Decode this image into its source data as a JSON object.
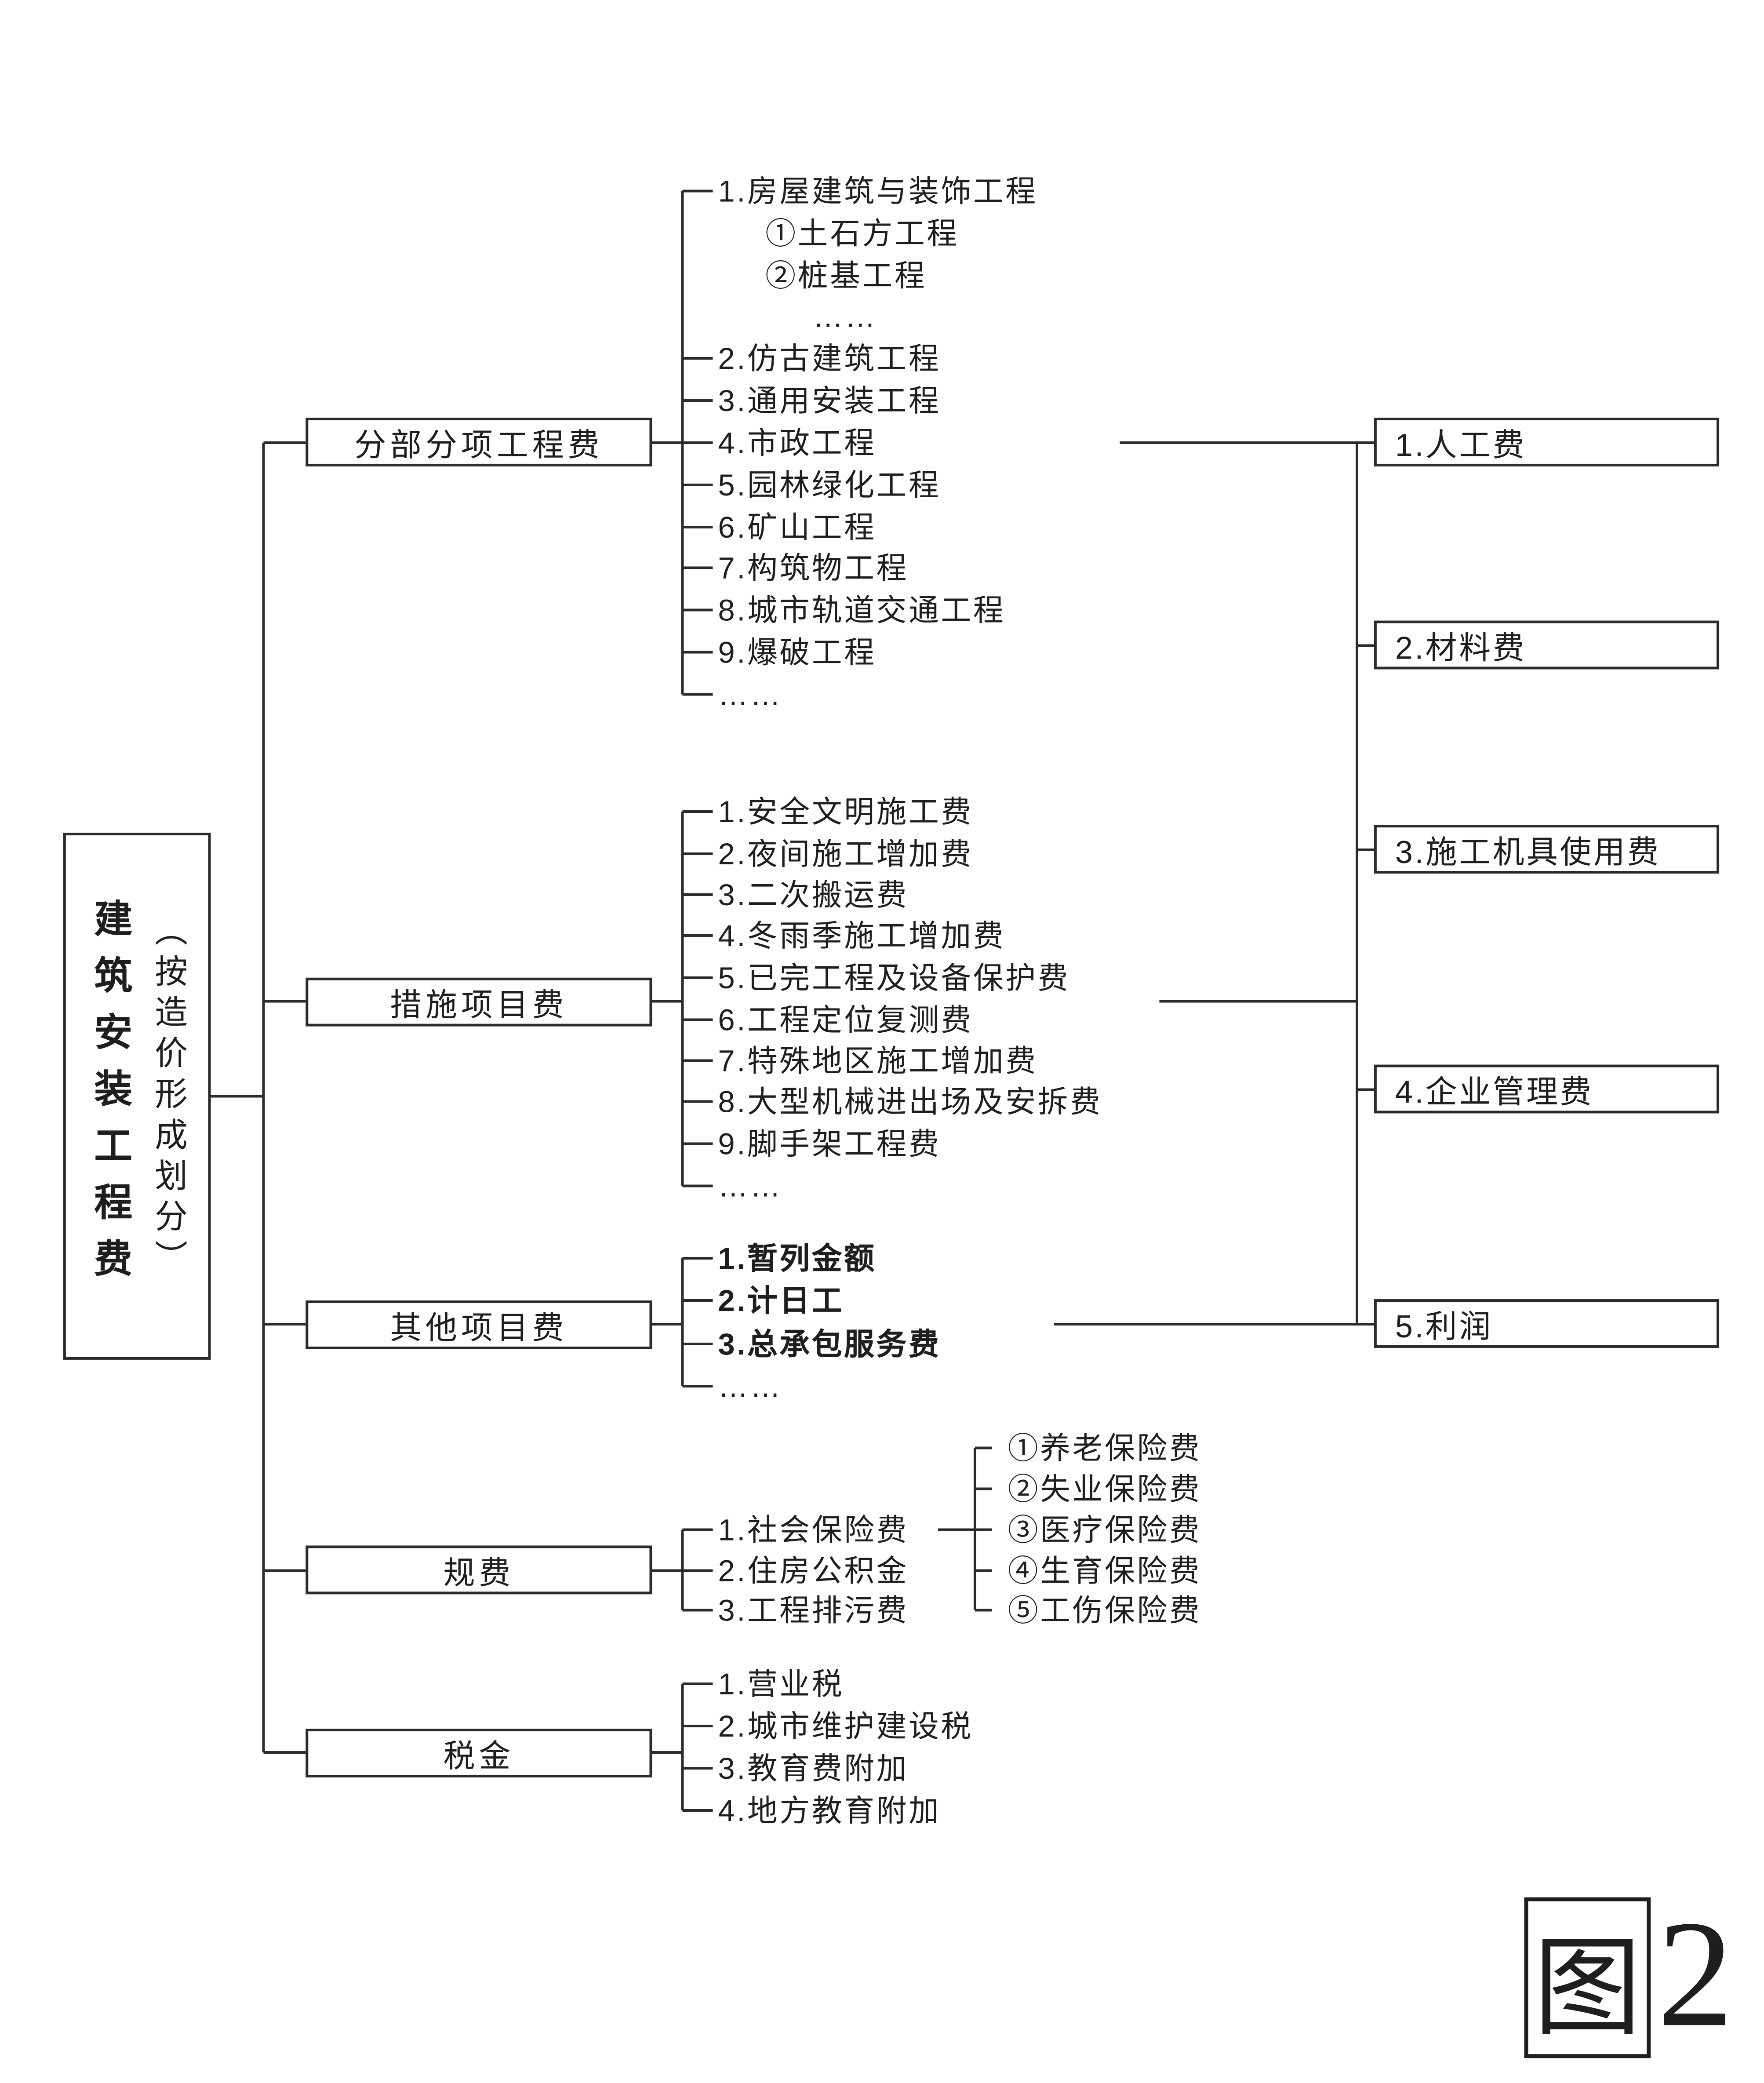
{
  "root": {
    "title": "建筑安装工程费",
    "subtitle": "（按造价形成划分）"
  },
  "branches": [
    {
      "label": "分部分项工程费",
      "items": [
        "1.房屋建筑与装饰工程",
        "①土石方工程",
        "②桩基工程",
        "……",
        "2.仿古建筑工程",
        "3.通用安装工程",
        "4.市政工程",
        "5.园林绿化工程",
        "6.矿山工程",
        "7.构筑物工程",
        "8.城市轨道交通工程",
        "9.爆破工程",
        "……"
      ]
    },
    {
      "label": "措施项目费",
      "items": [
        "1.安全文明施工费",
        "2.夜间施工增加费",
        "3.二次搬运费",
        "4.冬雨季施工增加费",
        "5.已完工程及设备保护费",
        "6.工程定位复测费",
        "7.特殊地区施工增加费",
        "8.大型机械进出场及安拆费",
        "9.脚手架工程费",
        "……"
      ]
    },
    {
      "label": "其他项目费",
      "items": [
        "1.暂列金额",
        "2.计日工",
        "3.总承包服务费",
        "……"
      ]
    },
    {
      "label": "规费",
      "items": [
        "1.社会保险费",
        "2.住房公积金",
        "3.工程排污费"
      ],
      "sub_items": [
        "①养老保险费",
        "②失业保险费",
        "③医疗保险费",
        "④生育保险费",
        "⑤工伤保险费"
      ]
    },
    {
      "label": "税金",
      "items": [
        "1.营业税",
        "2.城市维护建设税",
        "3.教育费附加",
        "4.地方教育附加"
      ]
    }
  ],
  "cost_components": [
    "1.人工费",
    "2.材料费",
    "3.施工机具使用费",
    "4.企业管理费",
    "5.利润"
  ],
  "figure": {
    "boxed_char": "图",
    "number": "2"
  }
}
